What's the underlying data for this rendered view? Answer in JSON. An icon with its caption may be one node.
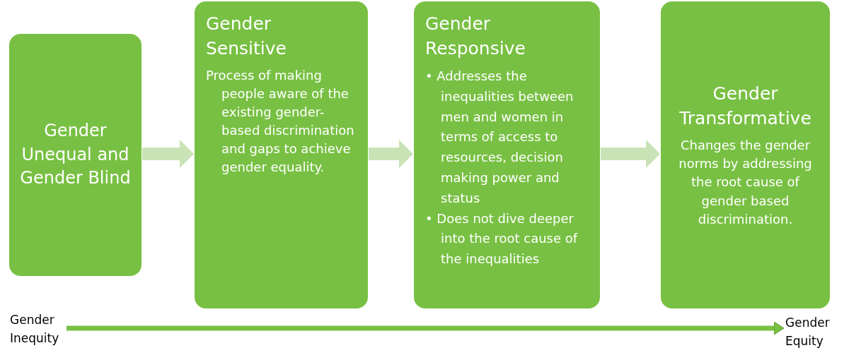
{
  "diagram": {
    "nodes": [
      {
        "text": [
          "Gender Unequal and Gender Blind"
        ]
      },
      {
        "text": [
          "Gender Sensitive",
          "Process of making people aware of the existing gender-based discrimination and gaps to achieve gender equality."
        ]
      },
      {
        "text": [
          "Gender Responsive",
          "• Addresses the inequalities between men and women in terms of access to resources, decision making power and status",
          "• Does not dive deeper into the root cause of the inequalities"
        ]
      },
      {
        "text": [
          "Gender Transformative",
          "Changes the gender norms by addressing the root cause of gender based discrimination."
        ]
      },
      {
        "text": [
          "Gender Inequity"
        ]
      },
      {
        "text": [
          "Gender Equity"
        ]
      }
    ],
    "edges": [
      {
        "from": 0,
        "to": 1,
        "arrow": "to"
      },
      {
        "from": 1,
        "to": 2,
        "arrow": "to"
      },
      {
        "from": 2,
        "to": 3,
        "arrow": "to"
      },
      {
        "from": 4,
        "to": 5,
        "arrow": "to",
        "color": "#78c043"
      }
    ]
  }
}
